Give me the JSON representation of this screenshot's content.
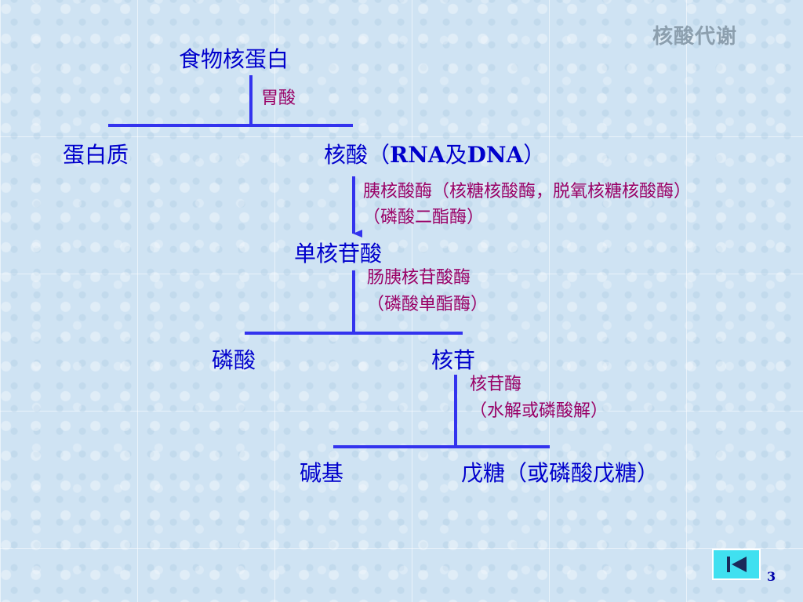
{
  "header": {
    "title": "核酸代谢"
  },
  "nodes": {
    "food_nucleoprotein": "食物核蛋白",
    "protein": "蛋白质",
    "nucleic_acid_prefix": "核酸（",
    "nucleic_acid_en": "RNA",
    "nucleic_acid_mid": "及",
    "nucleic_acid_en2": "DNA",
    "nucleic_acid_suffix": "）",
    "mononucleotide": "单核苷酸",
    "phosphate": "磷酸",
    "nucleoside": "核苷",
    "base": "碱基",
    "pentose": "戊糖（或磷酸戊糖）"
  },
  "enzymes": {
    "gastric_acid": "胃酸",
    "nuclease_line1": "胰核酸酶（核糖核酸酶，脱氧核糖核酸酶）",
    "nuclease_line2": "（磷酸二酯酶）",
    "nucleotidase_line1": "肠胰核苷酸酶",
    "nucleotidase_line2": "（磷酸单酯酶）",
    "nucleosidase_line1": "核苷酶",
    "nucleosidase_line2": "（水解或磷酸解）"
  },
  "footer": {
    "page_number": "3",
    "nav_icon": "skip-to-start-icon"
  },
  "colors": {
    "node": "#0000cc",
    "label": "#990066",
    "line": "#3333ee",
    "nav_button": "#40e0f0"
  }
}
